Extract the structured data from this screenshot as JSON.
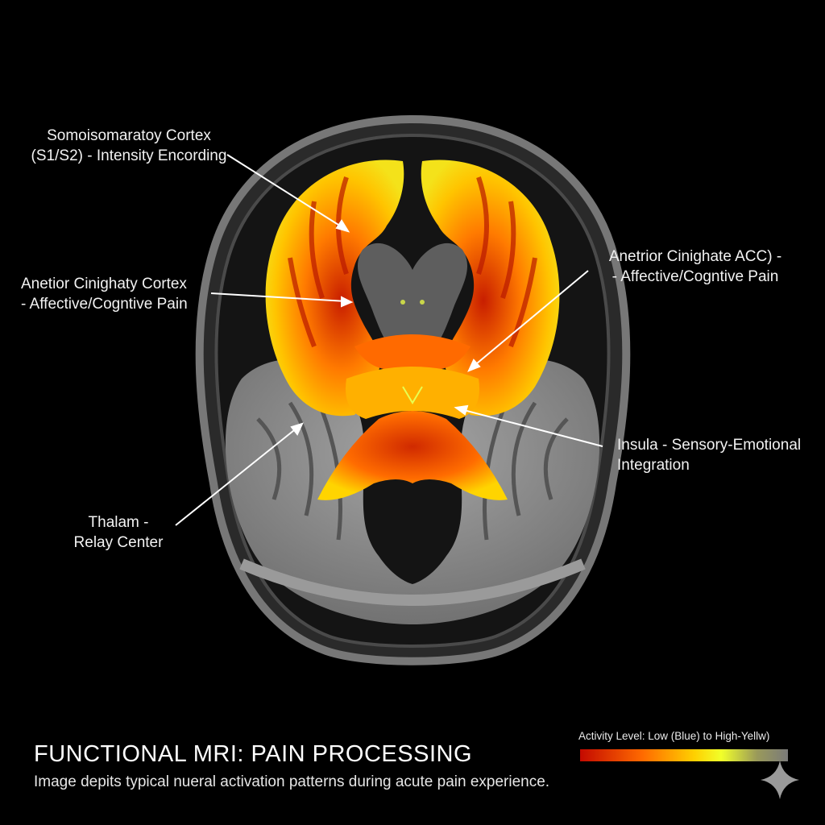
{
  "labels": {
    "somatosensory": "Somoisomaratoy Cortex\n(S1/S2) - Intensity Encording",
    "acc_left": "Anetior Cinighaty Cortex\n- Affective/Cogntive Pain",
    "acc_right": "Anetrior Cinighate ACC) -\n- Affective/Cogntive Pain",
    "insula": "Insula - Sensory-Emotional\nIntegration",
    "thalamus": "Thalam -\nRelay Center"
  },
  "title": "FUNCTIONAL MRI: PAIN PROCESSING",
  "caption": "Image depits typical nueral activation patterns during acute pain experience.",
  "legend": {
    "label": "Activity Level: Low (Blue) to High-Yellw)",
    "gradient_colors": [
      "#c40a00",
      "#ff6a00",
      "#ffd000",
      "#f1ff2a",
      "#7a7a7a"
    ]
  },
  "colors": {
    "background": "#000000",
    "activation_high": "#ffd400",
    "activation_mid": "#ff7a00",
    "activation_core": "#c81e00",
    "tissue_gray": "#8a8a8a"
  }
}
